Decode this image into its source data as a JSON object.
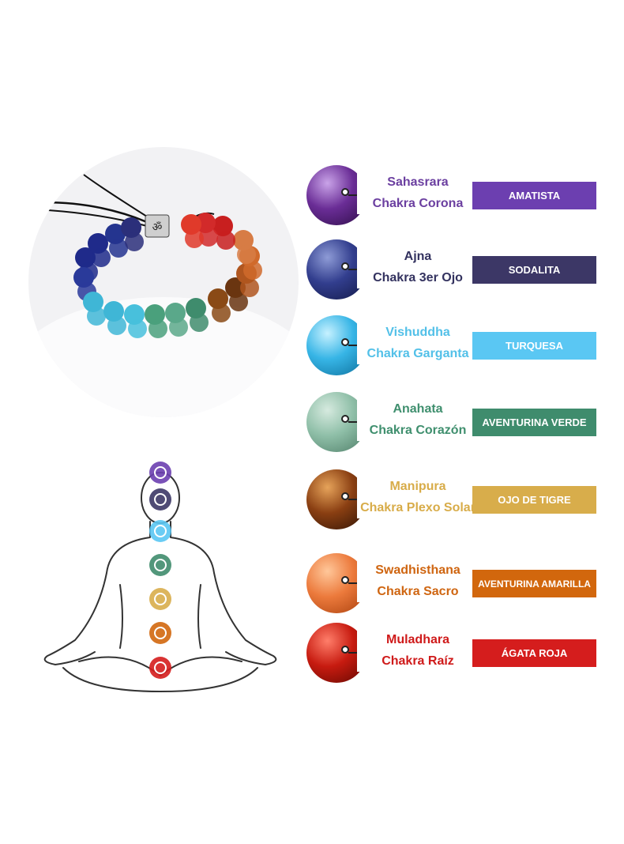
{
  "chakras": [
    {
      "name": "Sahasrara",
      "chakra": "Chakra Corona",
      "stone": "AMATISTA",
      "text_color": "#6b3fa0",
      "label_color": "#6c3fb0",
      "bead": [
        "#c9a3e8",
        "#6a2d96",
        "#2c0c45"
      ]
    },
    {
      "name": "Ajna",
      "chakra": "Chakra 3er Ojo",
      "stone": "SODALITA",
      "text_color": "#33325f",
      "label_color": "#3c3766",
      "bead": [
        "#8e9bd6",
        "#323e8e",
        "#121845"
      ]
    },
    {
      "name": "Vishuddha",
      "chakra": "Chakra Garganta",
      "stone": "TURQUESA",
      "text_color": "#52c0e8",
      "label_color": "#5ac7f3",
      "bead": [
        "#c6f1ff",
        "#37b5e6",
        "#0b6d99"
      ]
    },
    {
      "name": "Anahata",
      "chakra": "Chakra Corazón",
      "stone": "AVENTURINA VERDE",
      "text_color": "#3f8f6e",
      "label_color": "#3f8c6d",
      "bead": [
        "#d6eadf",
        "#8fbfa8",
        "#4d7c66"
      ]
    },
    {
      "name": "Manipura",
      "chakra": "Chakra Plexo Solar",
      "stone": "OJO DE TIGRE",
      "text_color": "#d8ac49",
      "label_color": "#d8ad4b",
      "bead": [
        "#e6a35a",
        "#8a3f12",
        "#2c1205"
      ]
    },
    {
      "name": "Swadhisthana",
      "chakra": "Chakra Sacro",
      "stone": "AVENTURINA AMARILLA",
      "text_color": "#cf6510",
      "label_color": "#d2670d",
      "bead": [
        "#ffc79a",
        "#ec7a3c",
        "#a83f0c"
      ]
    },
    {
      "name": "Muladhara",
      "chakra": "Chakra Raíz",
      "stone": "ÁGATA ROJA",
      "text_color": "#cf1a1a",
      "label_color": "#d51d1d",
      "bead": [
        "#ff7e6a",
        "#c71b10",
        "#5e0700"
      ]
    }
  ]
}
